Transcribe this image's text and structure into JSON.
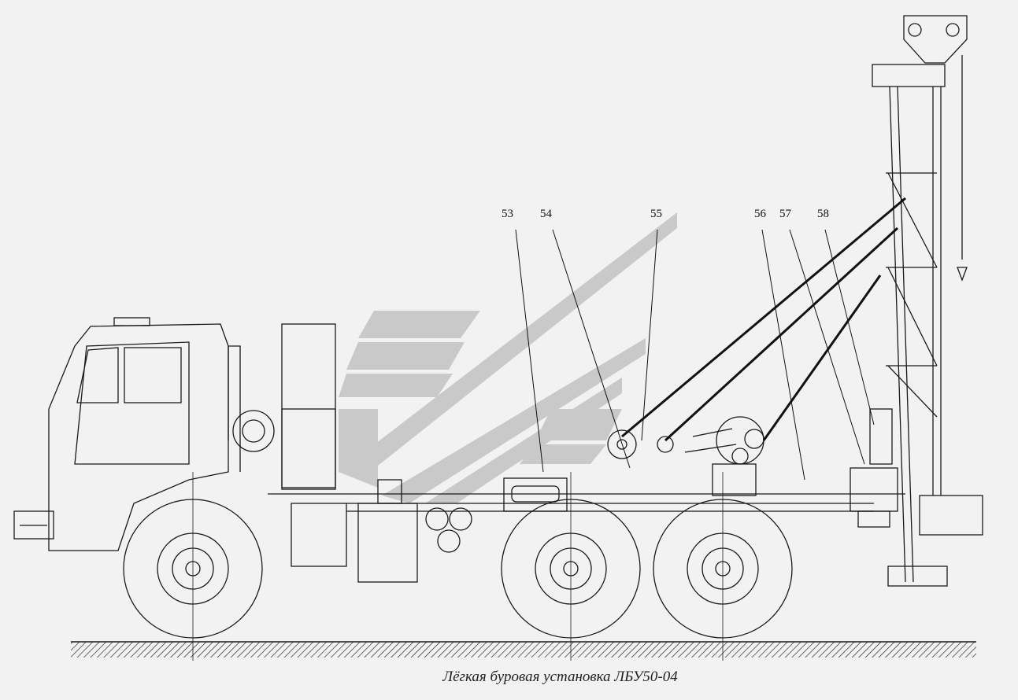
{
  "caption": "Лёгкая буровая установка ЛБУ50-04",
  "callouts": [
    "53",
    "54",
    "55",
    "56",
    "57",
    "58"
  ],
  "colors": {
    "background": "#f2f2f2",
    "line": "#1a1a1a",
    "watermark": "#cfcfcf",
    "watermark_dark": "#b5b5b5"
  },
  "watermark": "logo-chevrons"
}
